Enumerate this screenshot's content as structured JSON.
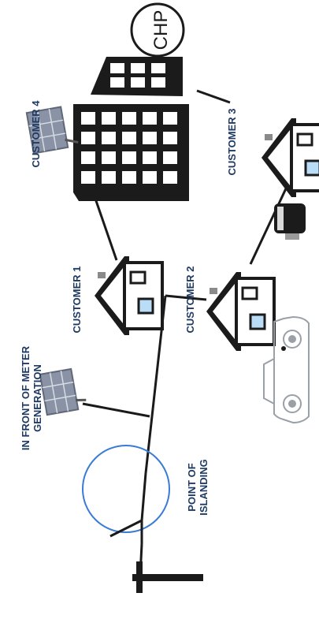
{
  "labels": {
    "customer_1": "CUSTOMER 1",
    "customer_2": "CUSTOMER 2",
    "customer_3": "CUSTOMER 3",
    "customer_4": "CUSTOMER 4",
    "in_front_line1": "IN FRONT OF METER",
    "in_front_line2": "GENERATION",
    "point_line1": "POINT OF",
    "point_line2": "ISLANDING",
    "chp": "CHP"
  },
  "colors": {
    "label_text": "#1f3a63",
    "line": "#1a1a1a",
    "building": "#1b1b1b",
    "window_fill": "#b9dcf7",
    "islanding_circle": "#3a7bd5",
    "solar_panel": "#8a93a6"
  },
  "icons": [
    "house-icon",
    "solar-panel-icon",
    "office-building-icon",
    "chp-plant-icon",
    "battery-icon",
    "electric-car-icon",
    "utility-pole-icon",
    "islanding-switch-icon"
  ]
}
